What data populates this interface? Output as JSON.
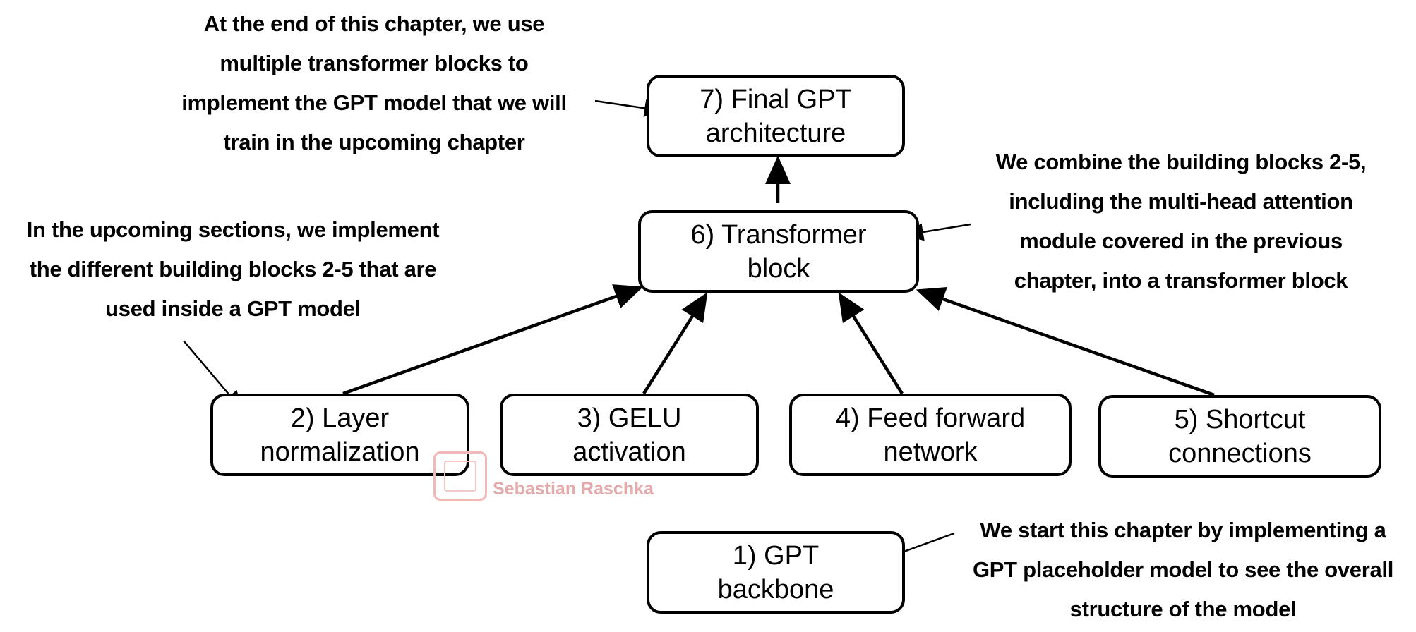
{
  "boxes": {
    "final_gpt": [
      "7) Final GPT",
      "architecture"
    ],
    "transformer_block": [
      "6) Transformer",
      "block"
    ],
    "layer_norm": [
      "2) Layer",
      "normalization"
    ],
    "gelu": [
      "3) GELU",
      "activation"
    ],
    "feed_forward": [
      "4) Feed forward",
      "network"
    ],
    "shortcut": [
      "5) Shortcut",
      "connections"
    ],
    "gpt_backbone": [
      "1) GPT",
      "backbone"
    ]
  },
  "notes": {
    "top_left": [
      "At the end of this chapter, we use",
      "multiple transformer blocks to",
      "implement the GPT model that we will",
      "train in the upcoming chapter"
    ],
    "middle_left": [
      "In the upcoming sections, we implement",
      "the different building blocks 2-5 that are",
      "used inside a GPT model"
    ],
    "right": [
      "We combine the building blocks 2-5,",
      "including the multi-head attention",
      "module covered in the previous",
      "chapter, into a transformer block"
    ],
    "bottom_right": [
      "We start this chapter by implementing a",
      "GPT placeholder model to see the overall",
      "structure of the model"
    ]
  },
  "watermark": "Sebastian Raschka",
  "colors": {
    "stroke": "#000000",
    "watermark": "#e2aaaa"
  }
}
